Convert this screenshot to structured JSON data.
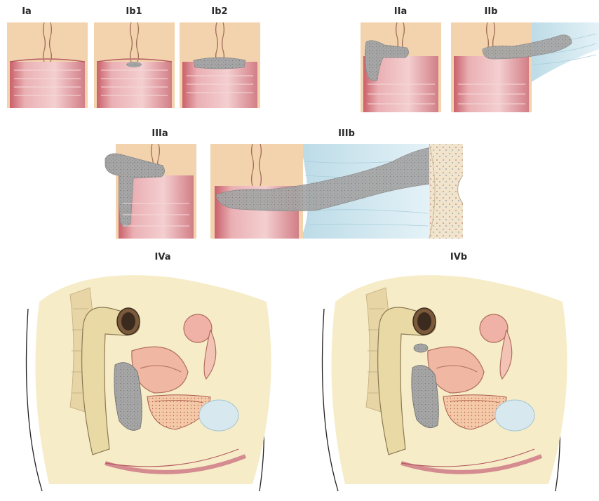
{
  "labels": {
    "ia": "Ia",
    "ib1": "Ib1",
    "ib2": "Ib2",
    "iia": "IIa",
    "iib": "IIb",
    "iiia": "IIIa",
    "iiib": "IIIb",
    "iva": "IVa",
    "ivb": "IVb"
  },
  "colors": {
    "tissue": "#f2d3ad",
    "canal": "#e9a3a8",
    "tumor": "#a8a8a8",
    "parametrium": "#c9e3ee",
    "bone": "#f6edc8"
  }
}
